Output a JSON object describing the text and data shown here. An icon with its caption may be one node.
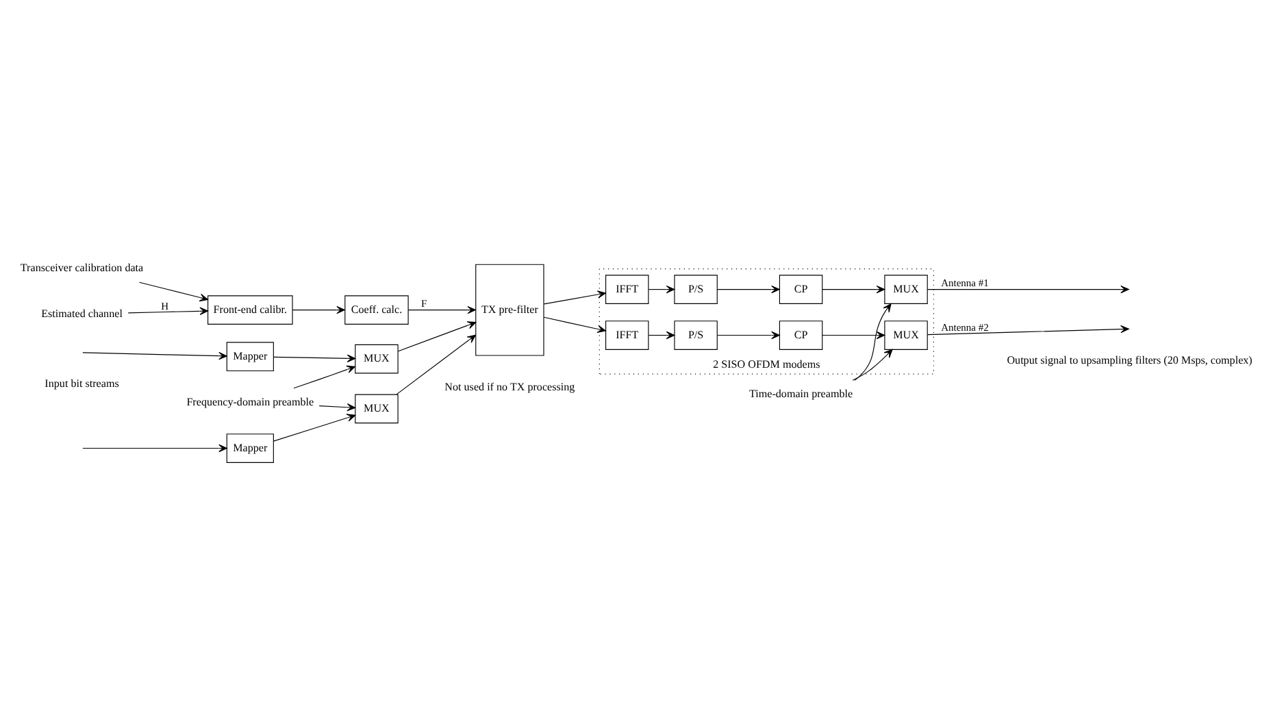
{
  "diagram": {
    "nodes": [
      {
        "text": [
          "Estimated channel"
        ]
      },
      {
        "text": [
          "Front-end calibr."
        ]
      },
      {
        "text": [
          "Transceiver calibration data"
        ]
      },
      {
        "text": [
          "Coeff. calc."
        ]
      },
      {
        "text": [
          "Frequency-domain preamble"
        ]
      },
      {
        "text": [
          "Mapper"
        ]
      },
      {
        "text": [
          "Mapper"
        ]
      },
      {
        "text": [
          "MUX"
        ]
      },
      {
        "text": [
          "MUX"
        ]
      },
      {
        "text": [
          "TX pre-filter"
        ]
      },
      {
        "text": [
          "2 SISO OFDM modems"
        ]
      },
      {
        "text": [
          "IFFT"
        ],
        "in": 10
      },
      {
        "text": [
          "P/S"
        ],
        "in": 10
      },
      {
        "text": [
          "CP"
        ],
        "in": 10
      },
      {
        "text": [
          "IFFT"
        ],
        "in": 10
      },
      {
        "text": [
          "P/S"
        ],
        "in": 10
      },
      {
        "text": [
          "CP"
        ],
        "in": 10
      },
      {
        "text": [
          "Time-domain preamble"
        ]
      },
      {
        "text": [
          "MUX"
        ],
        "in": 10
      },
      {
        "text": [
          "MUX"
        ],
        "in": 10
      }
    ],
    "edges": [
      {
        "from": 0,
        "to": 1,
        "arrow": "to",
        "label": "H"
      },
      {
        "from": 2,
        "to": 1,
        "arrow": "to"
      },
      {
        "from": 1,
        "to": 3,
        "arrow": "to"
      },
      {
        "from": 3,
        "to": 9,
        "arrow": "to",
        "label": "F"
      },
      {
        "from": null,
        "to": 5,
        "arrow": "to"
      },
      {
        "from": null,
        "to": 6,
        "arrow": "to"
      },
      {
        "from": 4,
        "to": 7,
        "arrow": "to"
      },
      {
        "from": 4,
        "to": 8,
        "arrow": "to"
      },
      {
        "from": 5,
        "to": 7,
        "arrow": "to"
      },
      {
        "from": 6,
        "to": 8,
        "arrow": "to"
      },
      {
        "from": 7,
        "to": 9,
        "arrow": "to"
      },
      {
        "from": 8,
        "to": 9,
        "arrow": "to"
      },
      {
        "from": 9,
        "to": 11,
        "arrow": "to"
      },
      {
        "from": 9,
        "to": 14,
        "arrow": "to"
      },
      {
        "from": 11,
        "to": 12,
        "arrow": "to"
      },
      {
        "from": 12,
        "to": 13,
        "arrow": "to"
      },
      {
        "from": 14,
        "to": 15,
        "arrow": "to"
      },
      {
        "from": 15,
        "to": 16,
        "arrow": "to"
      },
      {
        "from": 17,
        "to": 18,
        "arrow": "to"
      },
      {
        "from": 13,
        "to": 18,
        "arrow": "to"
      },
      {
        "from": 17,
        "to": 19,
        "arrow": "to"
      },
      {
        "from": 16,
        "to": 19,
        "arrow": "to"
      },
      {
        "from": 18,
        "to": null,
        "arrow": "to",
        "label": "Antenna #1"
      },
      {
        "from": 19,
        "to": null,
        "arrow": "to",
        "label": "Antenna #2"
      }
    ],
    "labels": [
      "Input bit streams",
      "Output signal to upsampling filters (20 Msps, complex)",
      "Not used if no TX processing"
    ]
  }
}
